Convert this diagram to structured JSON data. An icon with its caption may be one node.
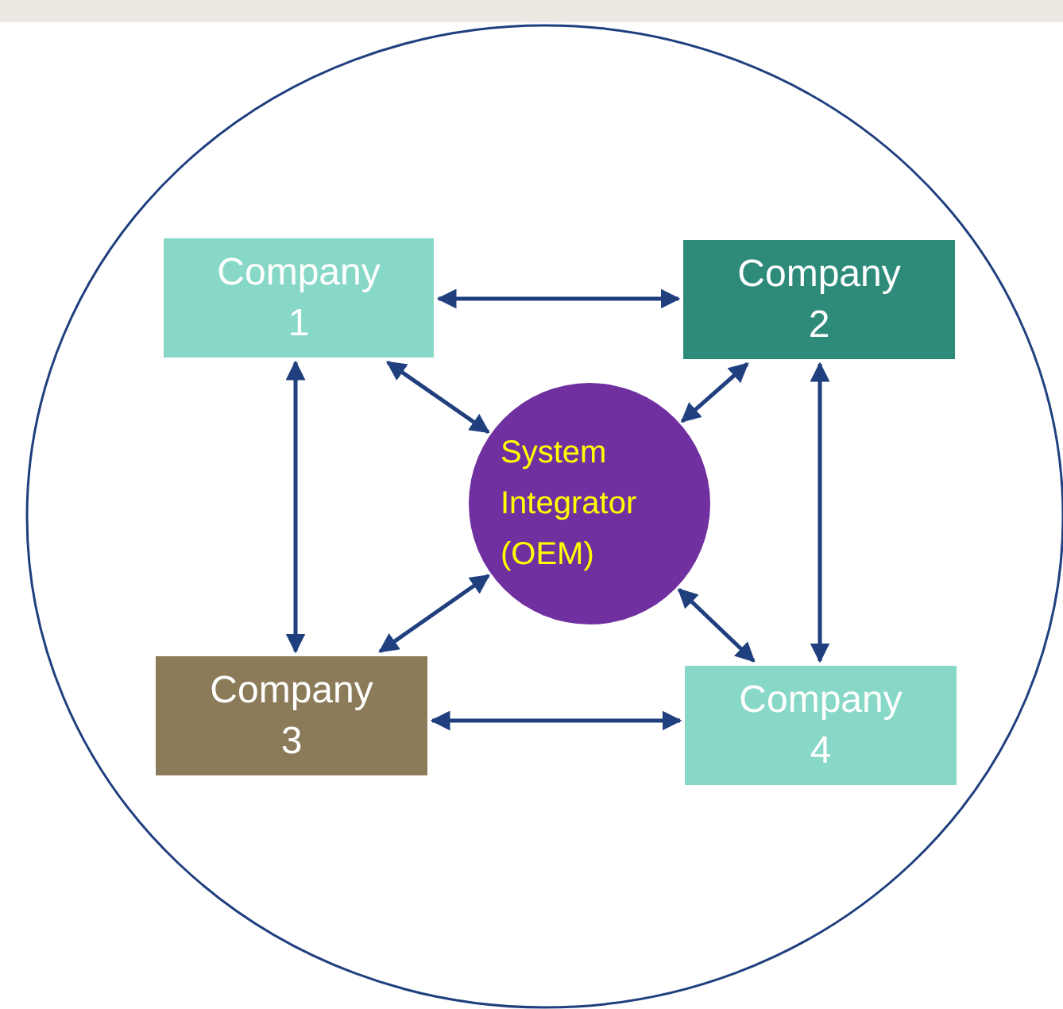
{
  "diagram": {
    "nodes": [
      {
        "text": [
          "Company 1"
        ]
      },
      {
        "text": [
          "Company 2"
        ]
      },
      {
        "text": [
          "System Integrator (OEM)"
        ]
      },
      {
        "text": [
          "Company 3"
        ]
      },
      {
        "text": [
          "Company 4"
        ]
      }
    ],
    "edges": [
      {
        "from": 0,
        "to": 1,
        "arrow": "both"
      },
      {
        "from": 0,
        "to": 2,
        "arrow": "both"
      },
      {
        "from": 1,
        "to": 2,
        "arrow": "both"
      },
      {
        "from": 0,
        "to": 3,
        "arrow": "both"
      },
      {
        "from": 1,
        "to": 4,
        "arrow": "both"
      },
      {
        "from": 2,
        "to": 3,
        "arrow": "both"
      },
      {
        "from": 2,
        "to": 4,
        "arrow": "both"
      },
      {
        "from": 3,
        "to": 4,
        "arrow": "both"
      }
    ]
  }
}
